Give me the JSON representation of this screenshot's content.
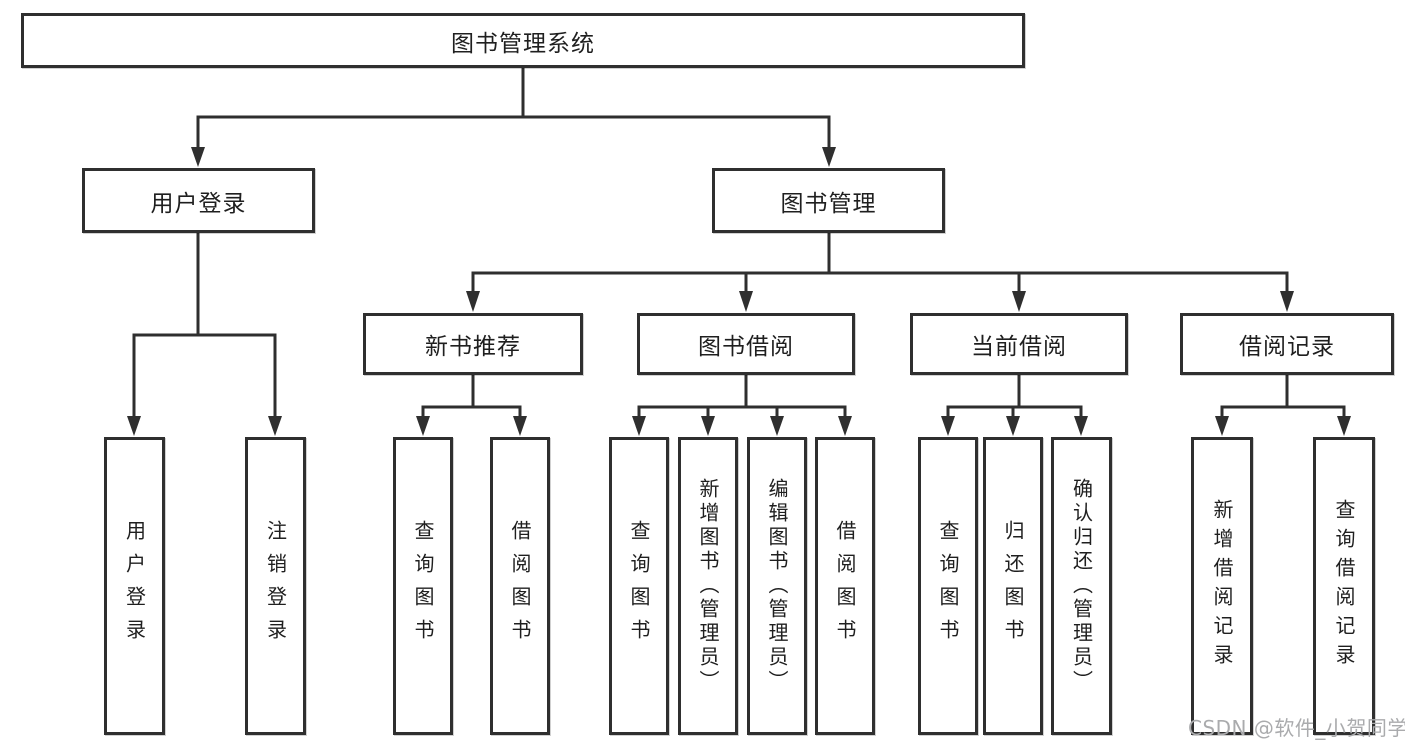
{
  "diagram": {
    "root": {
      "label": "图书管理系统"
    },
    "branches": [
      {
        "label": "用户登录",
        "children": [
          {
            "label": "用户登录"
          },
          {
            "label": "注销登录"
          }
        ]
      },
      {
        "label": "图书管理",
        "children": [
          {
            "label": "新书推荐",
            "children": [
              {
                "label": "查询图书"
              },
              {
                "label": "借阅图书"
              }
            ]
          },
          {
            "label": "图书借阅",
            "children": [
              {
                "label": "查询图书"
              },
              {
                "label": "新增图书（管理员）"
              },
              {
                "label": "编辑图书（管理员）"
              },
              {
                "label": "借阅图书"
              }
            ]
          },
          {
            "label": "当前借阅",
            "children": [
              {
                "label": "查询图书"
              },
              {
                "label": "归还图书"
              },
              {
                "label": "确认归还（管理员）"
              }
            ]
          },
          {
            "label": "借阅记录",
            "children": [
              {
                "label": "新增借阅记录"
              },
              {
                "label": "查询借阅记录"
              }
            ]
          }
        ]
      }
    ],
    "watermark": {
      "text": "CSDN @软件_小贺同学"
    },
    "colors": {
      "line": "#2f2f2f",
      "text": "#1f1f1f",
      "watermark": "#aaabad",
      "background": "#ffffff"
    }
  }
}
